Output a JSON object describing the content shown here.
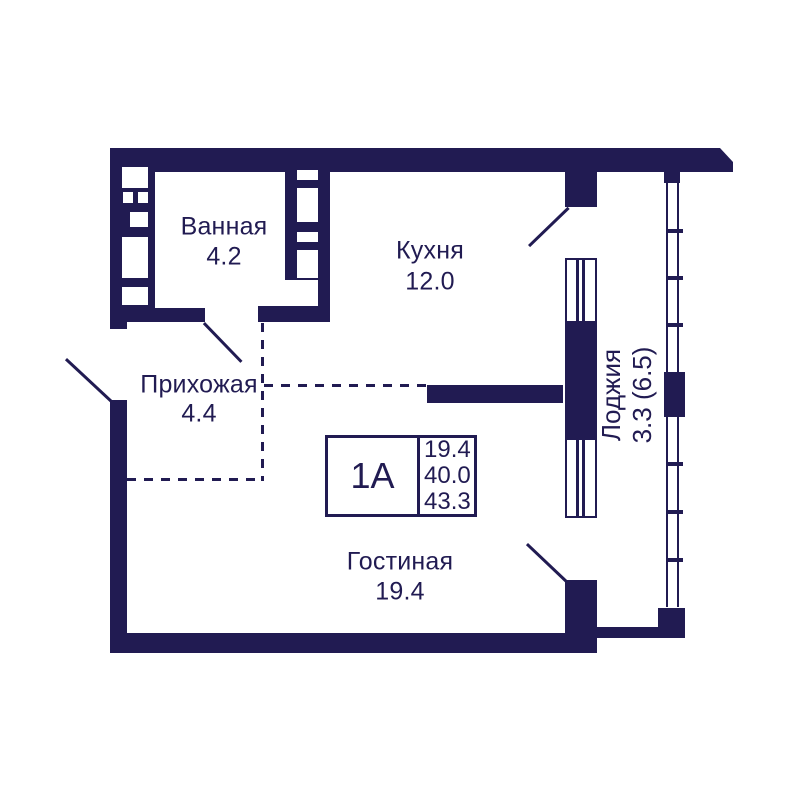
{
  "plan": {
    "type": "apartment-floor-plan",
    "unit_label": "1А",
    "info_box": {
      "living_area": "19.4",
      "area_without_balcony": "40.0",
      "total_area": "43.3"
    },
    "rooms": [
      {
        "id": "bathroom",
        "name": "Ванная",
        "area": "4.2"
      },
      {
        "id": "kitchen",
        "name": "Кухня",
        "area": "12.0"
      },
      {
        "id": "hallway",
        "name": "Прихожая",
        "area": "4.4"
      },
      {
        "id": "living",
        "name": "Гостиная",
        "area": "19.4"
      },
      {
        "id": "loggia",
        "name": "Лоджия",
        "area": "3.3 (6.5)"
      }
    ],
    "colors": {
      "wall": "#211b52",
      "background": "#ffffff"
    }
  }
}
